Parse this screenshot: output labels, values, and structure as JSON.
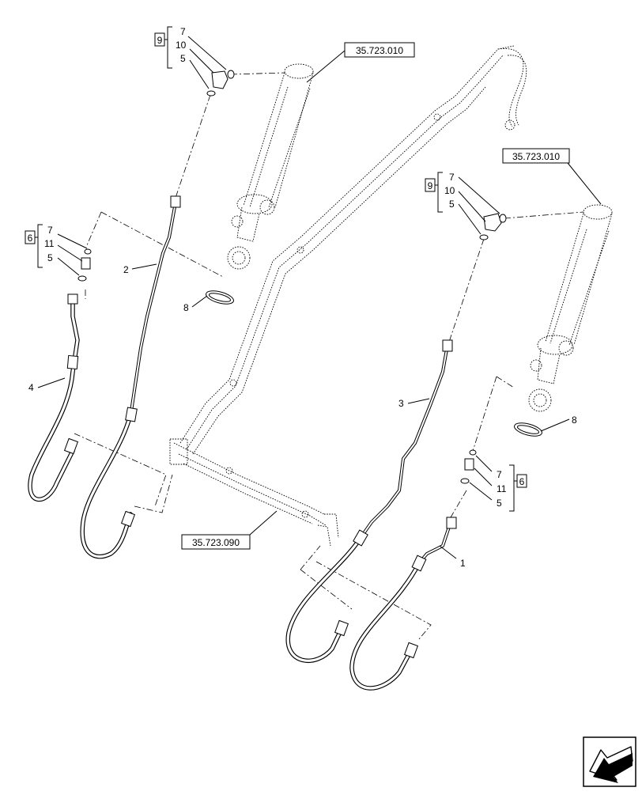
{
  "labels": {
    "ref_top": "35.723.010",
    "ref_right": "35.723.010",
    "ref_bottom": "35.723.090",
    "kit9_a": "9",
    "kit9_a_items": [
      "7",
      "10",
      "5"
    ],
    "kit6_a": "6",
    "kit6_a_items": [
      "7",
      "11",
      "5"
    ],
    "kit9_b": "9",
    "kit9_b_items": [
      "7",
      "10",
      "5"
    ],
    "kit6_b": "6",
    "kit6_b_items": [
      "7",
      "11",
      "5"
    ],
    "part_1": "1",
    "part_2": "2",
    "part_3": "3",
    "part_4": "4",
    "part_8a": "8",
    "part_8b": "8"
  },
  "icons": {
    "nav": "arrow-back-icon"
  }
}
